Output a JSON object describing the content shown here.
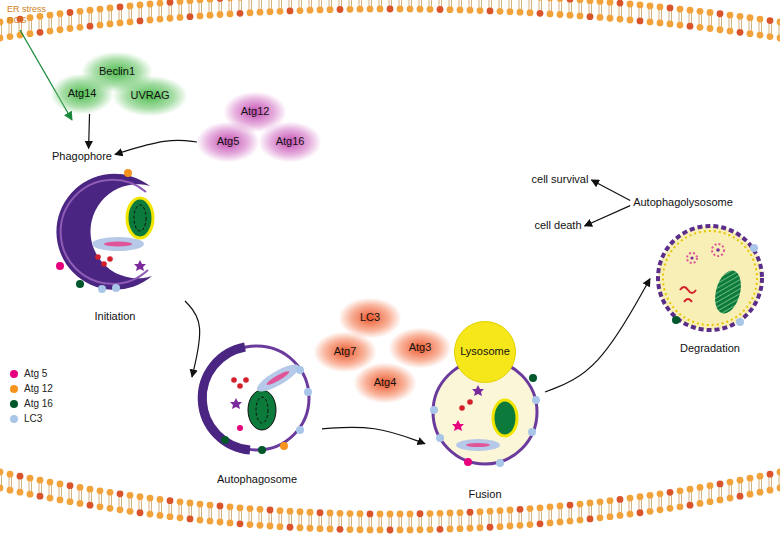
{
  "diagram": {
    "nodes": [
      {
        "text": [
          "Beclin1"
        ]
      },
      {
        "text": [
          "Atg14"
        ]
      },
      {
        "text": [
          "UVRAG"
        ]
      },
      {
        "text": [
          "Atg12"
        ]
      },
      {
        "text": [
          "Atg5"
        ]
      },
      {
        "text": [
          "Atg16"
        ]
      },
      {
        "text": [
          "Phagophore"
        ]
      },
      {
        "text": [
          "Initiation"
        ]
      },
      {
        "text": [
          "LC3"
        ]
      },
      {
        "text": [
          "Atg7"
        ]
      },
      {
        "text": [
          "Atg3"
        ]
      },
      {
        "text": [
          "Atg4"
        ]
      },
      {
        "text": [
          "Autophagosome"
        ]
      },
      {
        "text": [
          "Fusion"
        ]
      },
      {
        "text": [
          "Lysosome"
        ]
      },
      {
        "text": [
          "Degradation"
        ]
      },
      {
        "text": [
          "Autophagolysosome"
        ]
      },
      {
        "text": [
          "cell survival"
        ]
      },
      {
        "text": [
          "cell death"
        ]
      }
    ],
    "edges": [
      {
        "from": 1,
        "to": 6,
        "arrow": "to"
      },
      {
        "from": 4,
        "to": 6,
        "arrow": "to"
      },
      {
        "from": 7,
        "to": 12,
        "arrow": "to"
      },
      {
        "from": 12,
        "to": 13,
        "arrow": "to"
      },
      {
        "from": 13,
        "to": 15,
        "arrow": "to"
      },
      {
        "from": 16,
        "to": 17,
        "arrow": "to"
      },
      {
        "from": 16,
        "to": 18,
        "arrow": "to"
      }
    ],
    "labels": [
      "ER stress",
      "ROS"
    ],
    "legend": [
      {
        "text": "Atg 5",
        "color": "#e6007e"
      },
      {
        "text": "Atg 12",
        "color": "#f7941d"
      },
      {
        "text": "Atg 16",
        "color": "#00572b"
      },
      {
        "text": "LC3",
        "color": "#a9c6e8"
      }
    ]
  }
}
